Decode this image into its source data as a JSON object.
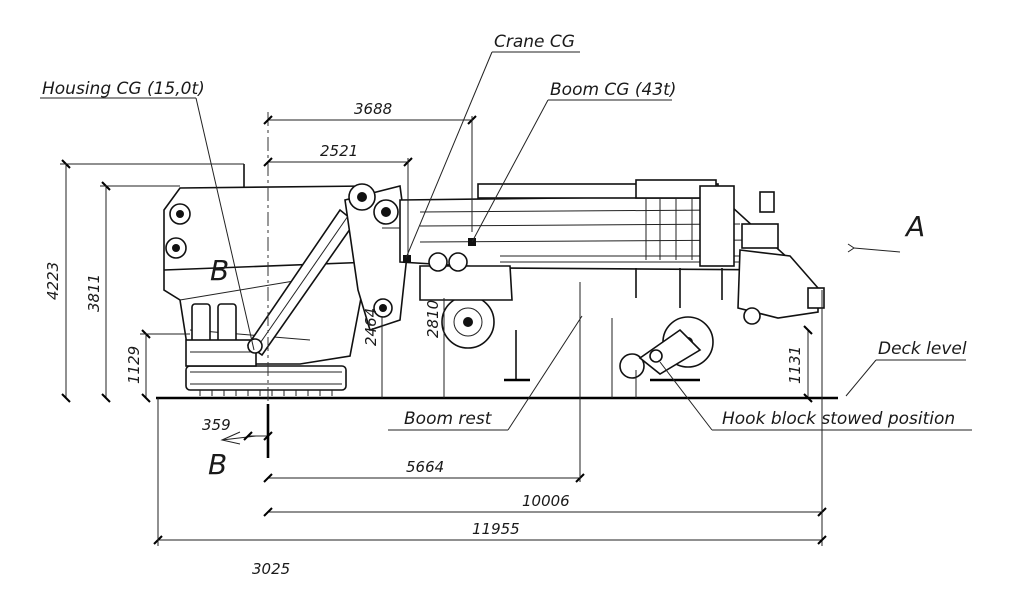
{
  "labels": {
    "crane_cg": "Crane CG",
    "housing_cg": "Housing CG (15,0t)",
    "boom_cg": "Boom CG (43t)",
    "deck_level": "Deck level",
    "boom_rest": "Boom rest",
    "hook_block": "Hook block stowed position",
    "view_a": "A",
    "section_b_top": "B",
    "section_b_bottom": "B"
  },
  "dimensions": {
    "d3688": "3688",
    "d2521": "2521",
    "d4223": "4223",
    "d3811": "3811",
    "d1129": "1129",
    "d1131": "1131",
    "d2464": "2464",
    "d2810": "2810",
    "d359": "359",
    "d5664": "5664",
    "d10006": "10006",
    "d11955": "11955",
    "d3025": "3025"
  },
  "colors": {
    "line": "#111111",
    "background": "#ffffff"
  }
}
